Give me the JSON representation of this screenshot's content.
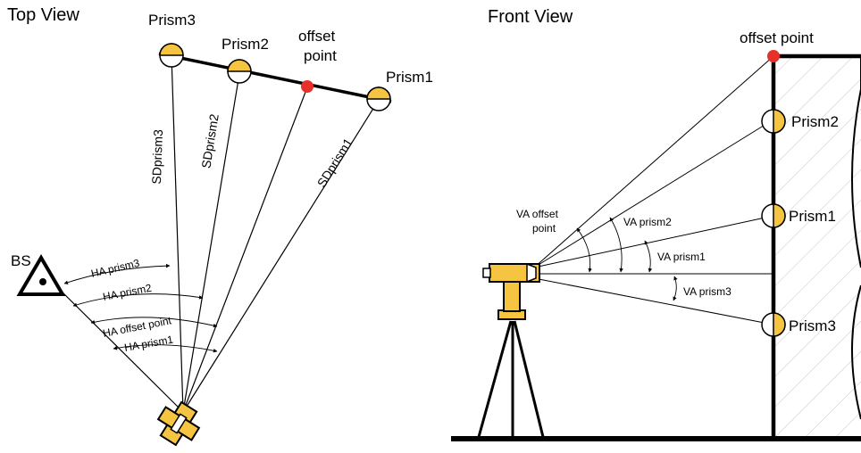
{
  "top_view": {
    "title": "Top View",
    "labels": {
      "prism3": "Prism3",
      "prism2": "Prism2",
      "prism1": "Prism1",
      "offset_point": [
        "offset",
        "point"
      ],
      "bs": "BS",
      "sd_prism3": "SDprism3",
      "sd_prism2": "SDprism2",
      "sd_prism1": "SDprism1",
      "ha_prism3": "HA prism3",
      "ha_prism2": "HA prism2",
      "ha_offset_point": "HA offset point",
      "ha_prism1": "HA prism1"
    }
  },
  "front_view": {
    "title": "Front View",
    "labels": {
      "offset_point": "offset point",
      "prism2": "Prism2",
      "prism1": "Prism1",
      "prism3": "Prism3",
      "va_offset_point": [
        "VA offset",
        "point"
      ],
      "va_prism2": "VA prism2",
      "va_prism1": "VA prism1",
      "va_prism3": "VA prism3"
    }
  },
  "colors": {
    "prism_fill": "#f5c542",
    "offset_point": "#e8302a",
    "line": "#000000",
    "hatch": "#c8c8c8"
  }
}
